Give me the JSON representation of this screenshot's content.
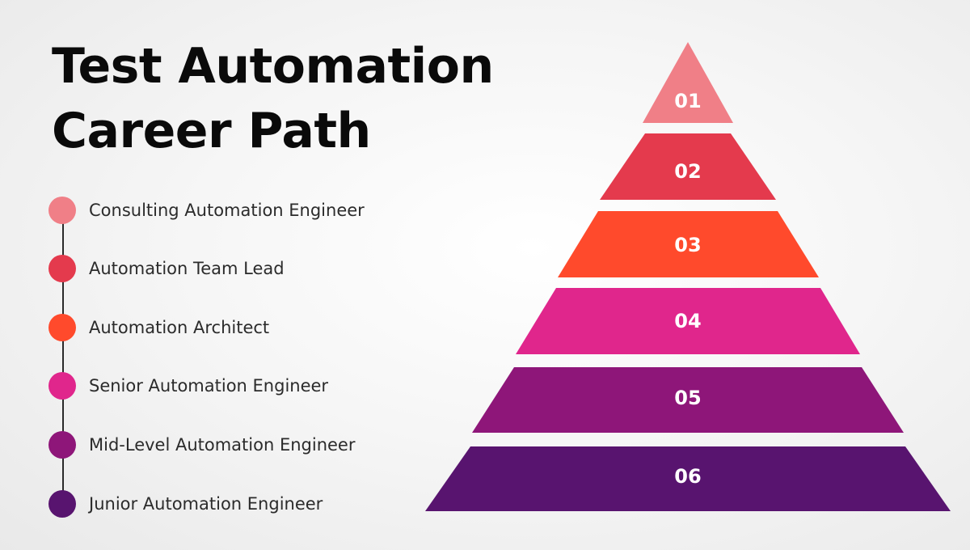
{
  "title": {
    "line1": "Test Automation",
    "line2": "Career Path"
  },
  "levels": [
    {
      "number": "01",
      "label": "Consulting Automation Engineer",
      "color": "#f07f87"
    },
    {
      "number": "02",
      "label": "Automation Team Lead",
      "color": "#e43a4d"
    },
    {
      "number": "03",
      "label": "Automation Architect",
      "color": "#ff4a2c"
    },
    {
      "number": "04",
      "label": "Senior Automation Engineer",
      "color": "#e0268c"
    },
    {
      "number": "05",
      "label": "Mid-Level Automation Engineer",
      "color": "#8e1679"
    },
    {
      "number": "06",
      "label": "Junior Automation Engineer",
      "color": "#58146f"
    }
  ]
}
